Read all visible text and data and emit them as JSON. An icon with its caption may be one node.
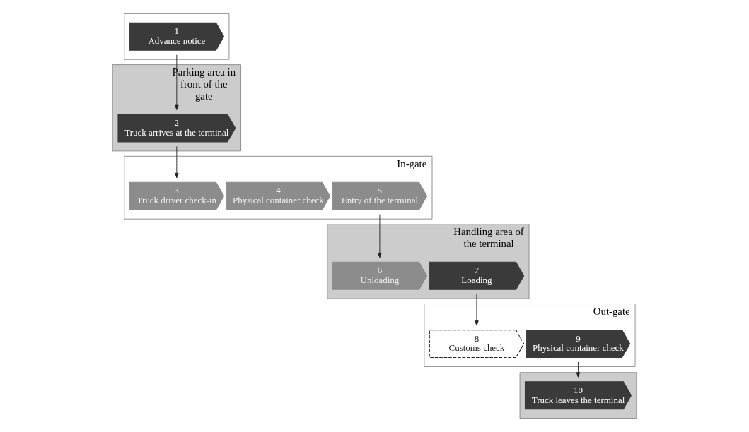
{
  "diagram": {
    "nodes": [
      {
        "text": [],
        "shape": "band"
      },
      {
        "text": [
          "1",
          "Advance notice"
        ],
        "in": 0
      },
      {
        "text": [
          "Parking area in front of the gate"
        ]
      },
      {
        "text": [
          "2",
          "Truck arrives at the terminal"
        ],
        "in": 2
      },
      {
        "text": [
          "In-gate"
        ]
      },
      {
        "text": [
          "3",
          "Truck driver check-in"
        ],
        "in": 4
      },
      {
        "text": [
          "4",
          "Physical container check"
        ],
        "in": 4
      },
      {
        "text": [
          "5",
          "Entry of the terminal"
        ],
        "in": 4
      },
      {
        "text": [
          "Handling area of the terminal"
        ]
      },
      {
        "text": [
          "6",
          "Unloading"
        ],
        "in": 8
      },
      {
        "text": [
          "7",
          "Loading"
        ],
        "in": 8
      },
      {
        "text": [
          "Out-gate"
        ]
      },
      {
        "text": [
          "8",
          "Customs check"
        ],
        "in": 11
      },
      {
        "text": [
          "9",
          "Physical container check"
        ],
        "in": 11
      },
      {
        "text": [],
        "shape": "band"
      },
      {
        "text": [
          "10",
          "Truck leaves the terminal"
        ],
        "in": 14
      }
    ],
    "edges": [
      {
        "from": 1,
        "to": 3,
        "arrow": "to"
      },
      {
        "from": 3,
        "to": 5,
        "arrow": "to"
      },
      {
        "from": 7,
        "to": 9,
        "arrow": "to"
      },
      {
        "from": 10,
        "to": 12,
        "arrow": "to"
      },
      {
        "from": 13,
        "to": 15,
        "arrow": "to"
      }
    ]
  }
}
